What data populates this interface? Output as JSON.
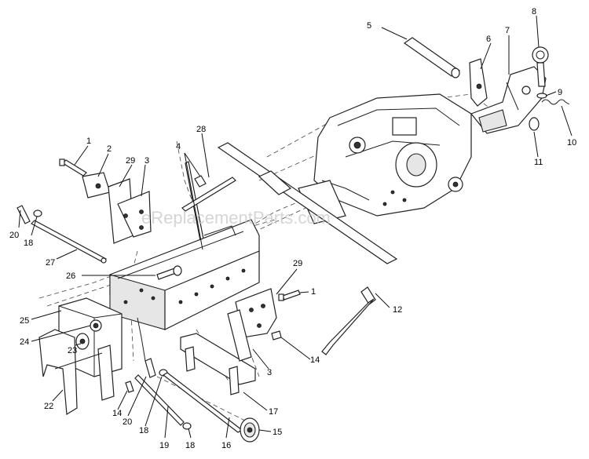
{
  "watermark": "eReplacementParts.com",
  "callouts": {
    "c1a": "1",
    "c1b": "1",
    "c2": "2",
    "c3a": "3",
    "c3b": "3",
    "c4": "4",
    "c5": "5",
    "c6": "6",
    "c7": "7",
    "c8": "8",
    "c9": "9",
    "c10": "10",
    "c11": "11",
    "c12": "12",
    "c14a": "14",
    "c14b": "14",
    "c15": "15",
    "c16": "16",
    "c17": "17",
    "c18a": "18",
    "c18b": "18",
    "c18c": "18",
    "c19": "19",
    "c20a": "20",
    "c20b": "20",
    "c22": "22",
    "c23": "23",
    "c24": "24",
    "c25": "25",
    "c26": "26",
    "c27": "27",
    "c28": "28",
    "c29a": "29",
    "c29b": "29"
  }
}
